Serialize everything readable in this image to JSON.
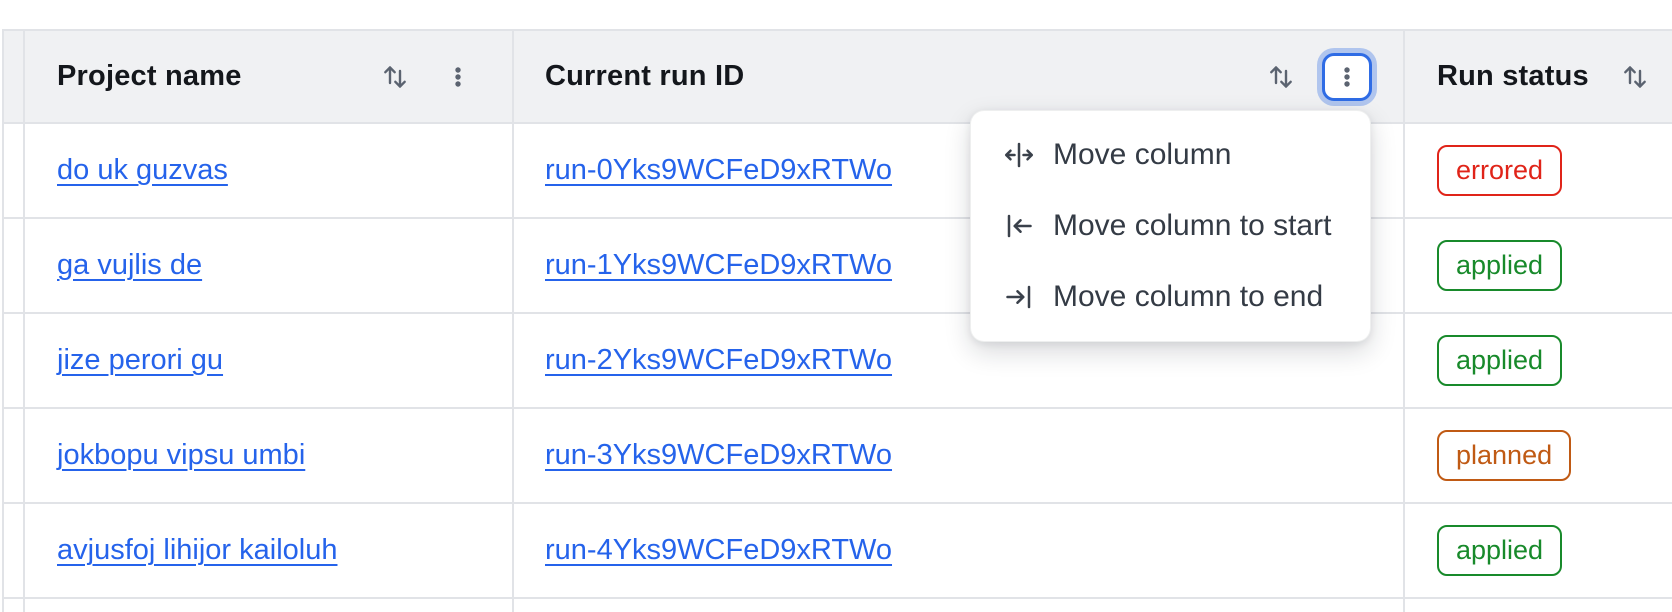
{
  "table": {
    "columns": [
      {
        "id": "project",
        "label": "Project name"
      },
      {
        "id": "run_id",
        "label": "Current run ID"
      },
      {
        "id": "status",
        "label": "Run status"
      }
    ],
    "rows": [
      {
        "project": "do uk guzvas",
        "run_id": "run-0Yks9WCFeD9xRTWo",
        "status": "errored"
      },
      {
        "project": "ga vujlis de",
        "run_id": "run-1Yks9WCFeD9xRTWo",
        "status": "applied"
      },
      {
        "project": "jize perori gu",
        "run_id": "run-2Yks9WCFeD9xRTWo",
        "status": "applied"
      },
      {
        "project": "jokbopu vipsu umbi",
        "run_id": "run-3Yks9WCFeD9xRTWo",
        "status": "planned"
      },
      {
        "project": "avjusfoj lihijor kailoluh",
        "run_id": "run-4Yks9WCFeD9xRTWo",
        "status": "applied"
      }
    ]
  },
  "column_menu": {
    "open_for_column": "Current run ID",
    "items": [
      {
        "icon": "move-column-icon",
        "label": "Move column"
      },
      {
        "icon": "move-column-to-start-icon",
        "label": "Move column to start"
      },
      {
        "icon": "move-column-to-end-icon",
        "label": "Move column to end"
      }
    ]
  },
  "icons": {
    "header_sort": "sort-arrows-icon",
    "header_menu": "kebab-menu-icon"
  },
  "colors": {
    "link": "#2563eb",
    "header_bg": "#f0f1f3",
    "focus_ring": "#2f6ce5",
    "status": {
      "errored": "#e02419",
      "applied": "#188a2b",
      "planned": "#c05a14"
    }
  }
}
